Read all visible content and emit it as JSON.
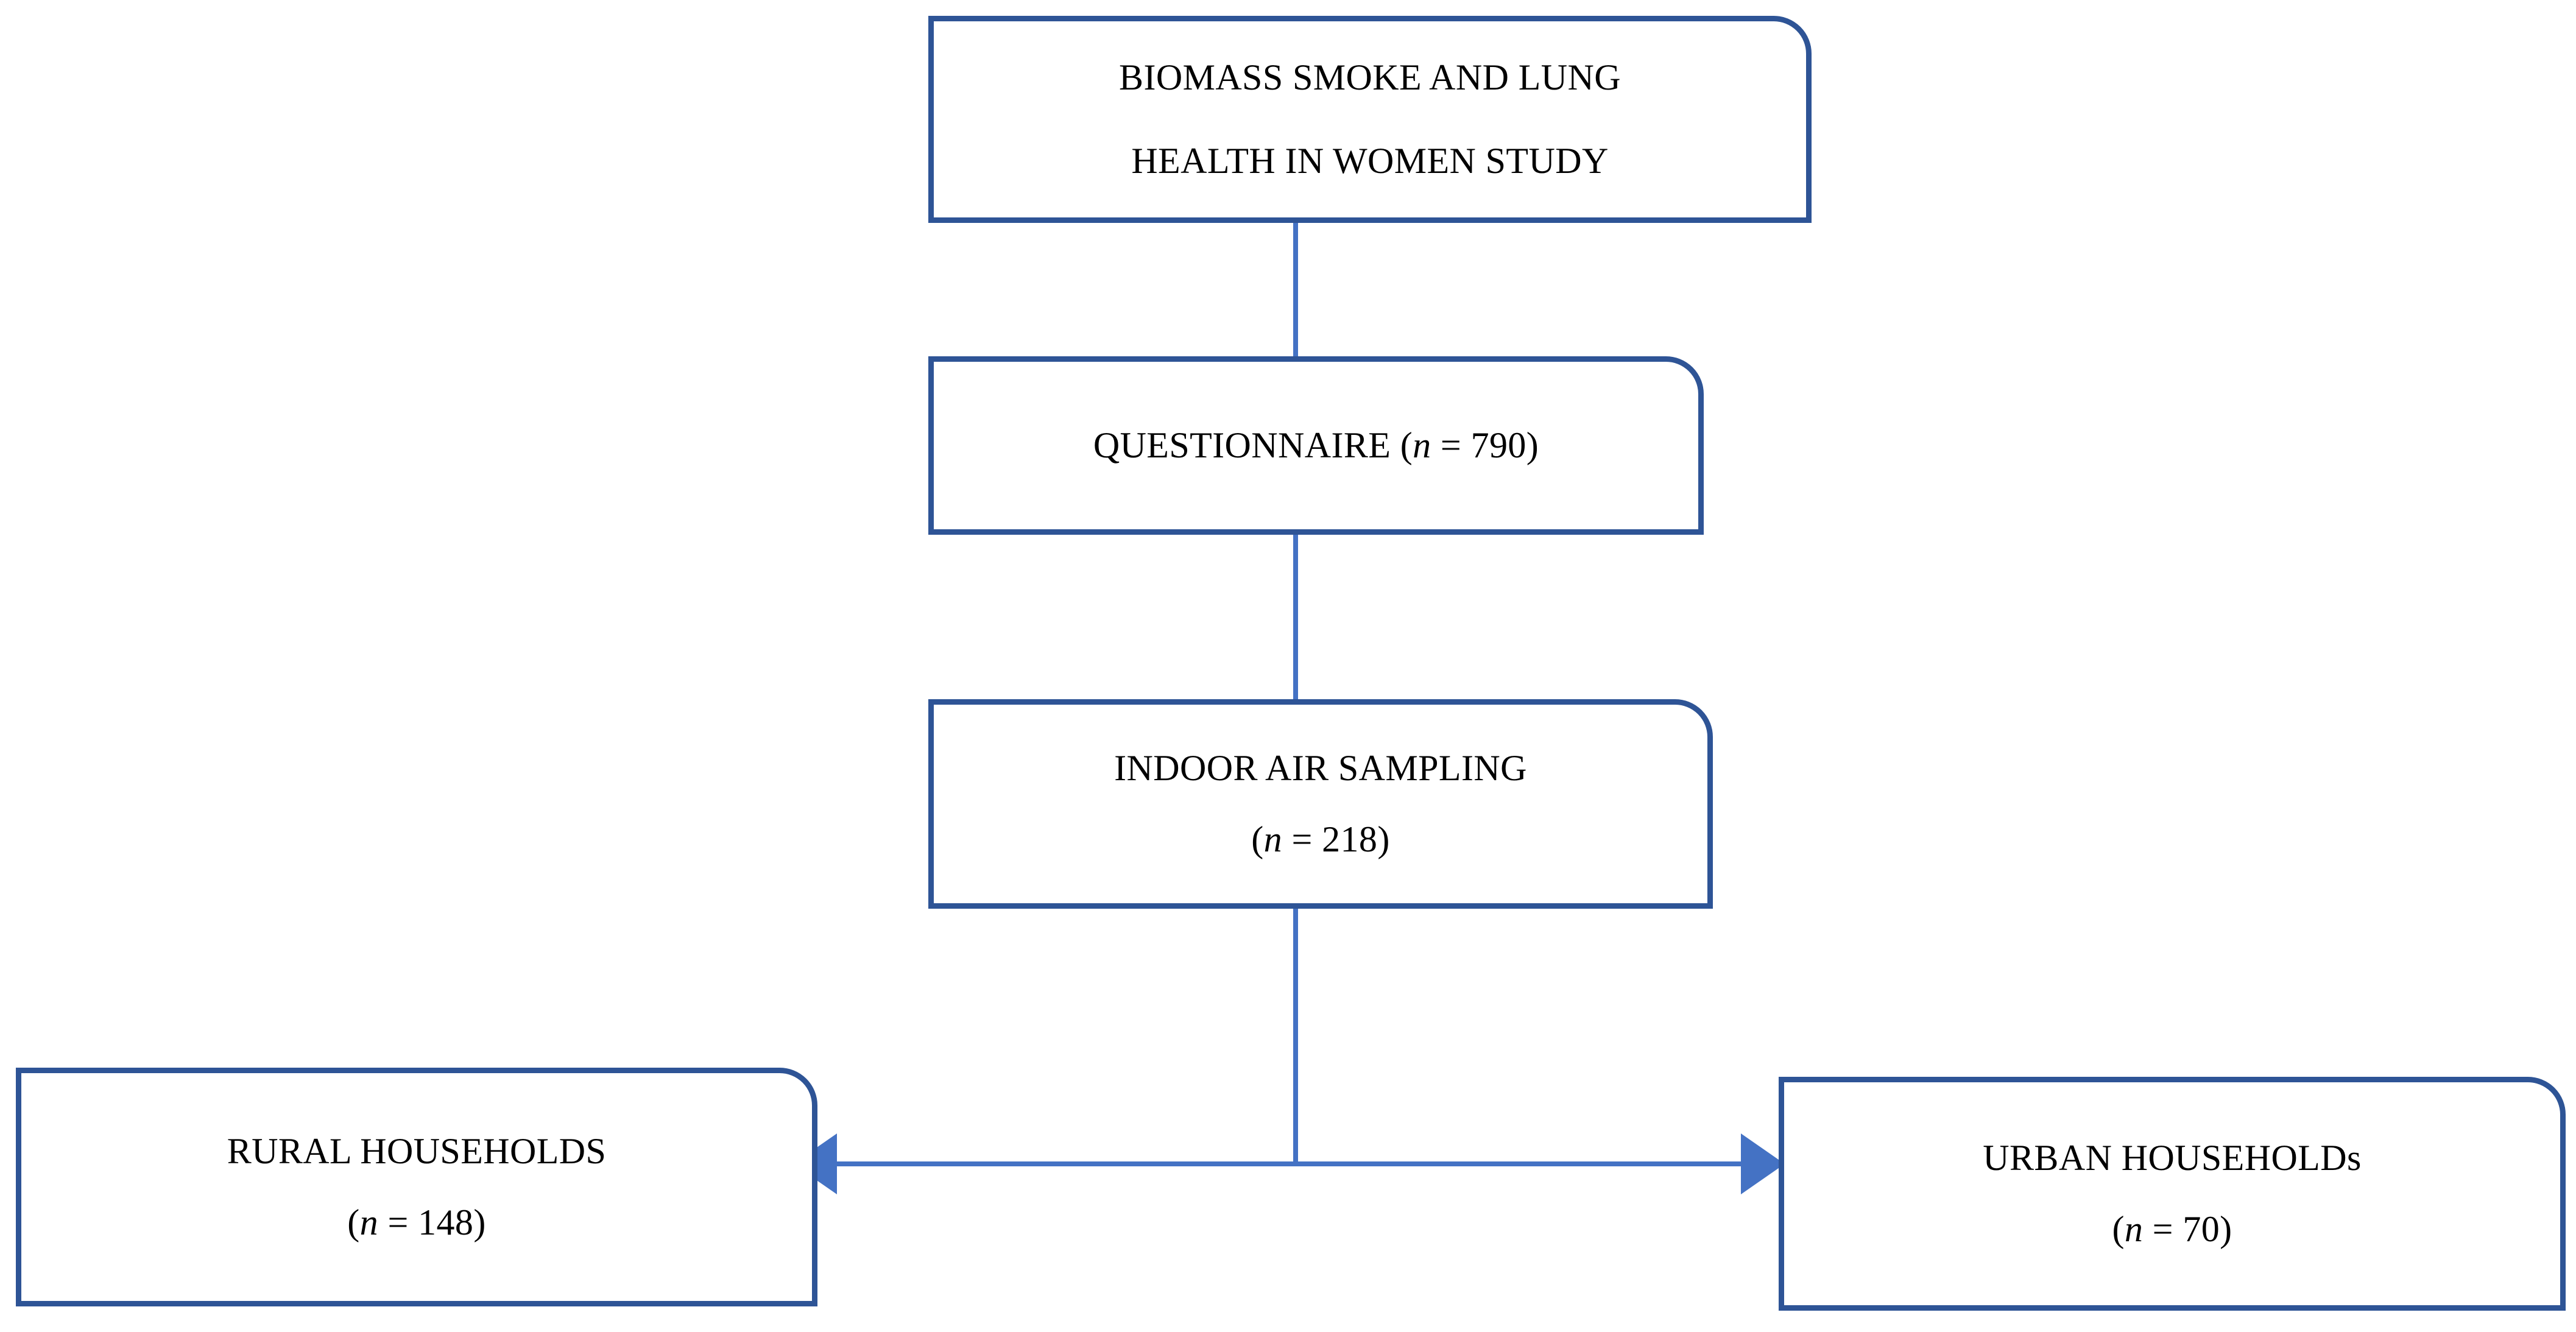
{
  "diagram": {
    "title": "Biomass smoke and lung health in women study flowchart",
    "type": "flowchart",
    "colors": {
      "box_border": "#2E5496",
      "connector": "#4472C4",
      "box_fill": "#FFFFFF",
      "text": "#000000"
    },
    "nodes": [
      {
        "id": "study",
        "name": "study-title-node",
        "lines": [
          "BIOMASS SMOKE AND LUNG",
          "HEALTH IN WOMEN STUDY"
        ]
      },
      {
        "id": "questionnaire",
        "name": "questionnaire-node",
        "label": "QUESTIONNAIRE",
        "n_prefix": "(",
        "n_symbol": "n",
        "n_equals": " = ",
        "n_value": "790",
        "n_suffix": ")",
        "lines": [
          "QUESTIONNAIRE (n = 790)"
        ]
      },
      {
        "id": "sampling",
        "name": "indoor-air-sampling-node",
        "label": "INDOOR AIR SAMPLING",
        "n_prefix": "(",
        "n_symbol": "n",
        "n_equals": " = ",
        "n_value": "218",
        "n_suffix": ")"
      },
      {
        "id": "rural",
        "name": "rural-households-node",
        "label": "RURAL HOUSEHOLDS",
        "n_prefix": "(",
        "n_symbol": "n",
        "n_equals": " = ",
        "n_value": "148",
        "n_suffix": ")"
      },
      {
        "id": "urban",
        "name": "urban-households-node",
        "label": "URBAN HOUSEHOLDs",
        "n_prefix": "(",
        "n_symbol": "n",
        "n_equals": " = ",
        "n_value": "70",
        "n_suffix": ")"
      }
    ],
    "edges": [
      {
        "from": "study",
        "to": "questionnaire",
        "style": "plain-line",
        "direction": "down"
      },
      {
        "from": "questionnaire",
        "to": "sampling",
        "style": "plain-line",
        "direction": "down"
      },
      {
        "from": "sampling",
        "to": "rural",
        "style": "arrow",
        "direction": "left"
      },
      {
        "from": "sampling",
        "to": "urban",
        "style": "arrow",
        "direction": "right"
      }
    ]
  }
}
